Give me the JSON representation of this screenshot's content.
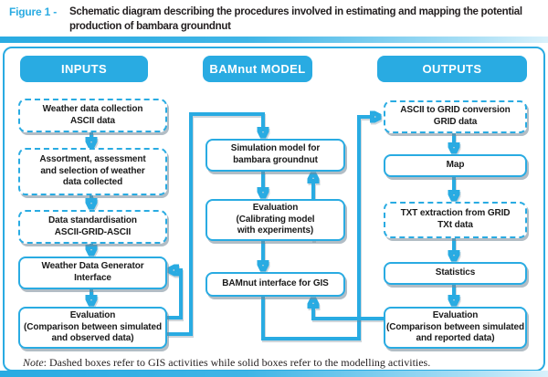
{
  "figure_header": {
    "label": "Figure 1 -",
    "title": "Schematic diagram describing the procedures involved in estimating and mapping the potential production of bambara groundnut"
  },
  "colors": {
    "accent": "#29abe2",
    "title_text": "#231f20",
    "box_shadow": "#7b8f9b"
  },
  "columns": [
    {
      "id": "inputs",
      "header": "INPUTS",
      "boxes": [
        {
          "label": "Weather data collection\nASCII data",
          "style": "dashed"
        },
        {
          "label": "Assortment, assessment\nand selection of weather\ndata collected",
          "style": "dashed"
        },
        {
          "label": "Data standardisation\nASCII-GRID-ASCII",
          "style": "dashed"
        },
        {
          "label": "Weather Data Generator\nInterface",
          "style": "solid"
        },
        {
          "label": "Evaluation\n(Comparison between simulated\nand observed data)",
          "style": "solid"
        }
      ]
    },
    {
      "id": "model",
      "header": "BAMnut MODEL",
      "boxes": [
        {
          "label": "Simulation model for\nbambara groundnut",
          "style": "solid"
        },
        {
          "label": "Evaluation\n(Calibrating model\nwith experiments)",
          "style": "solid"
        },
        {
          "label": "BAMnut interface for GIS",
          "style": "solid"
        }
      ]
    },
    {
      "id": "outputs",
      "header": "OUTPUTS",
      "boxes": [
        {
          "label": "ASCII to GRID conversion\nGRID data",
          "style": "dashed"
        },
        {
          "label": "Map",
          "style": "solid"
        },
        {
          "label": "TXT extraction from GRID\nTXt data",
          "style": "dashed"
        },
        {
          "label": "Statistics",
          "style": "solid"
        },
        {
          "label": "Evaluation\n(Comparison between simulated\nand reported data)",
          "style": "solid"
        }
      ]
    }
  ],
  "note": {
    "lead": "Note",
    "text": ": Dashed boxes refer to GIS activities while solid boxes refer to the modelling activities."
  }
}
